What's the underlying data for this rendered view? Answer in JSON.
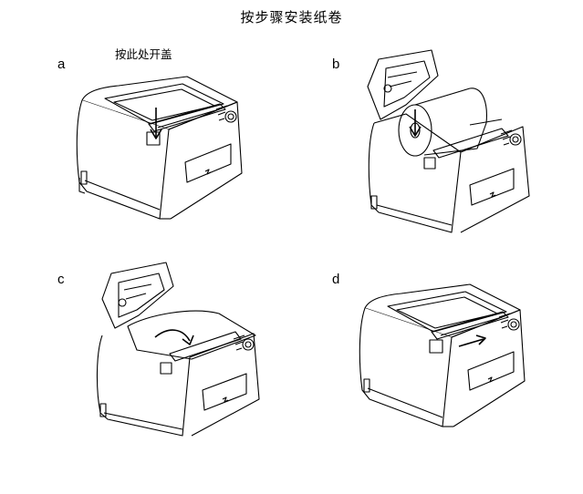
{
  "title": "按步骤安装纸卷",
  "steps": [
    {
      "label": "a",
      "note": "按此处开盖"
    },
    {
      "label": "b"
    },
    {
      "label": "c"
    },
    {
      "label": "d"
    }
  ]
}
